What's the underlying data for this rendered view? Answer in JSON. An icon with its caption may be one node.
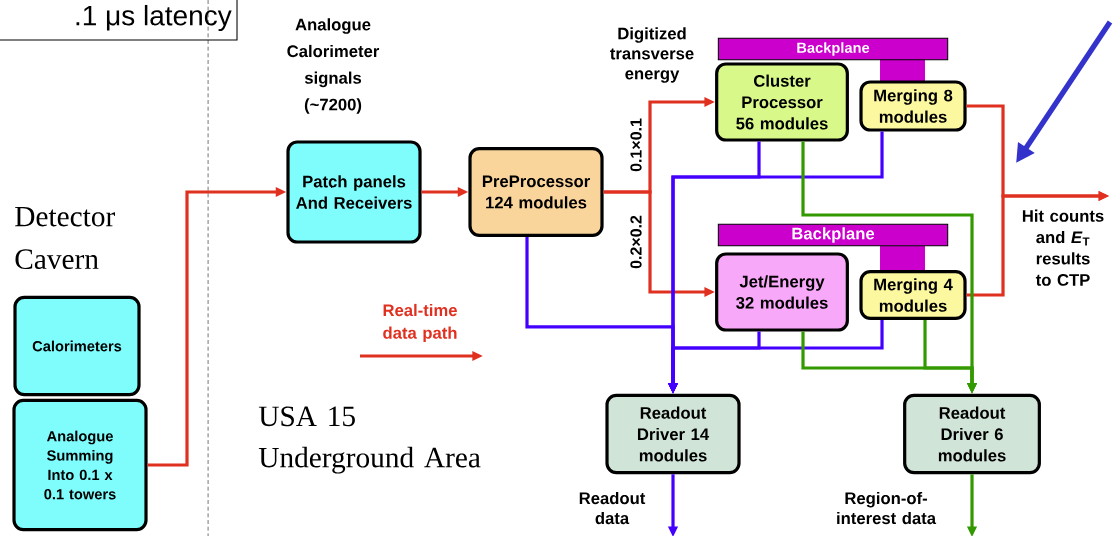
{
  "diagram": {
    "nodes": [
      {
        "text": [
          "Calorimeters"
        ]
      },
      {
        "text": [
          "Analogue Summing Into 0.1 x 0.1 towers"
        ]
      },
      {
        "text": [
          "Patch panels And Receivers"
        ]
      },
      {
        "text": [
          "PreProcessor 124 modules"
        ]
      },
      {
        "text": [
          "Backplane"
        ]
      },
      {
        "text": [
          "Cluster Processor 56 modules"
        ]
      },
      {
        "text": [
          "Merging 8 modules"
        ]
      },
      {
        "text": [
          "Backplane"
        ]
      },
      {
        "text": [
          "Jet/Energy 32 modules"
        ]
      },
      {
        "text": [
          "Merging 4 modules"
        ]
      },
      {
        "text": [
          "Readout Driver 14 modules"
        ]
      },
      {
        "text": [
          "Readout Driver 6 modules"
        ]
      },
      {
        "text": [
          "Hit counts and *E*$_{T}$ results to CTP"
        ]
      }
    ],
    "edges": [
      {
        "from": 1,
        "to": 2,
        "arrow": "to"
      },
      {
        "from": 2,
        "to": 3,
        "arrow": "to"
      },
      {
        "from": 3,
        "to": 5,
        "arrow": "to",
        "label": "0.1×0.1"
      },
      {
        "from": 3,
        "to": 8,
        "arrow": "to",
        "label": "0.2×0.2"
      },
      {
        "from": 6,
        "to": 12,
        "arrow": "to"
      },
      {
        "from": 9,
        "to": 12,
        "arrow": "to"
      },
      {
        "from": 3,
        "to": 10,
        "arrow": "to",
        "color": "#4400ff"
      },
      {
        "from": 5,
        "to": 10,
        "arrow": "to",
        "color": "#4400ff"
      },
      {
        "from": 6,
        "to": 10,
        "arrow": "to",
        "color": "#4400ff"
      },
      {
        "from": 8,
        "to": 10,
        "arrow": "to",
        "color": "#4400ff"
      },
      {
        "from": 9,
        "to": 10,
        "arrow": "to",
        "color": "#4400ff"
      },
      {
        "from": 5,
        "to": 11,
        "arrow": "to",
        "color": "#339900"
      },
      {
        "from": 8,
        "to": 11,
        "arrow": "to",
        "color": "#339900"
      },
      {
        "from": 9,
        "to": 11,
        "arrow": "to",
        "color": "#339900"
      },
      {
        "from": 10,
        "to": null,
        "arrow": "to",
        "color": "#4400ff"
      },
      {
        "from": 11,
        "to": null,
        "arrow": "to",
        "color": "#339900"
      }
    ],
    "labels": [
      ".1 μs latency",
      "Analogue Calorimeter signals (~7200)",
      "Digitized transverse energy",
      "Detector Cavern",
      "USA 15 Underground Area",
      "Readout data",
      "Region-of-interest data"
    ],
    "legend": [
      {
        "text": "Real-time data path"
      }
    ]
  }
}
